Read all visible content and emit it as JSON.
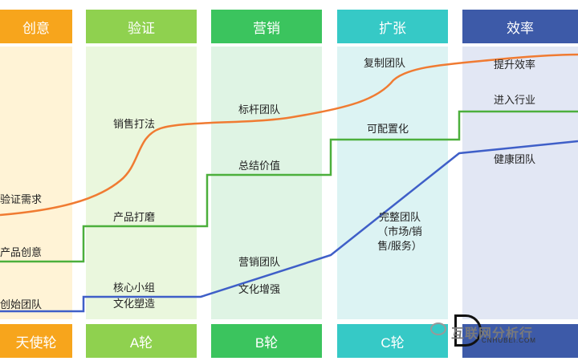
{
  "stages": [
    {
      "header": "创意",
      "footer": "天使轮",
      "header_color": "#f7a51c",
      "footer_color": "#f7a51c",
      "bg": "#fff3d6"
    },
    {
      "header": "验证",
      "footer": "A轮",
      "header_color": "#8fd14f",
      "footer_color": "#8fd14f",
      "bg": "#eaf7dd"
    },
    {
      "header": "营销",
      "footer": "B轮",
      "header_color": "#3bc45e",
      "footer_color": "#3bc45e",
      "bg": "#dff4e4"
    },
    {
      "header": "扩张",
      "footer": "C轮",
      "header_color": "#36c9c6",
      "footer_color": "#36c9c6",
      "bg": "#dcf3f3"
    },
    {
      "header": "效率",
      "footer": "",
      "header_color": "#3d5aa8",
      "footer_color": "#3d5aa8",
      "bg": "#e2e7f4"
    }
  ],
  "labels": {
    "verify_need": "验证需求",
    "product_idea": "产品创意",
    "founding_team": "创始团队",
    "sales_method": "销售打法",
    "product_polish": "产品打磨",
    "core_group": "核心小组",
    "culture_build": "文化塑造",
    "benchmark_team": "标杆团队",
    "summarize_value": "总结价值",
    "marketing_team": "营销团队",
    "culture_boost": "文化增强",
    "copy_team": "复制团队",
    "configurable": "可配置化",
    "complete_team_1": "完整团队",
    "complete_team_2": "（市场/销",
    "complete_team_3": "售/服务）",
    "improve_eff": "提升效率",
    "enter_industry": "进入行业",
    "healthy_team": "健康团队"
  },
  "watermark": {
    "brand": "互联网分析行",
    "sub": "CNHUBEI.COM"
  },
  "colors": {
    "orange_line": "#f07b32",
    "green_line": "#4caf3c",
    "blue_line": "#3f5fc8"
  }
}
